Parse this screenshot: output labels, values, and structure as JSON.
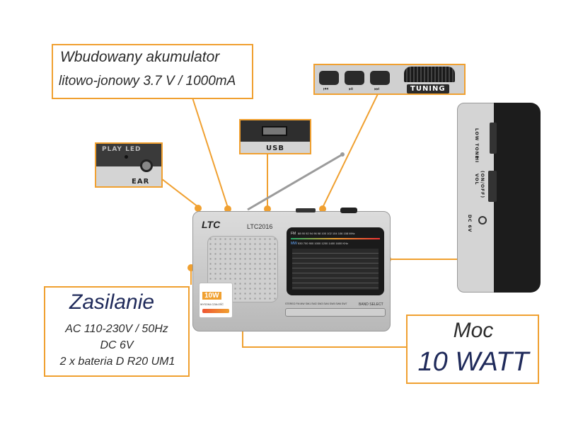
{
  "callouts": {
    "battery_line1": "Wbudowany akumulator",
    "battery_line2": "litowo-jonowy 3.7 V / 1000mA",
    "power_title": "Zasilanie",
    "power_line1": "AC 110-230V / 50Hz",
    "power_line2": "DC 6V",
    "power_line3": "2 x bateria D R20 UM1",
    "moc_title": "Moc",
    "moc_value": "10 WATT"
  },
  "details": {
    "play_led": "PLAY LED",
    "ear": "EAR",
    "usb": "USB",
    "tuning": "TUNING",
    "btn_prev": "⏮",
    "btn_play": "⏯",
    "btn_next": "⏭"
  },
  "radio": {
    "logo": "LTC",
    "model": "LTC2016",
    "badge_power": "10W",
    "badge_text": "WYSOKA CZUŁOŚĆ",
    "band_select": "BAND SELECT",
    "band_labels": "STEREO  FM  MW  SW1  SW2  SW3  SW4  SW5  SW6  SW7",
    "fm_label": "FM",
    "fm_scale": "88  90  92  94  96  98  100  102  104  106  108 MHz",
    "mw_label": "MW",
    "mw_scale": "530  700  900  1000  1200  1400  1600 KHz"
  },
  "side": {
    "low_tone": "LOW TONE",
    "hi": "HI",
    "vol": "VOL",
    "on_off": "(ON/OFF)",
    "dc6v": "DC 6V"
  },
  "colors": {
    "accent": "#f0a030",
    "navy": "#1f2a5a",
    "body": "#c9c9c9",
    "dark": "#1a1a1a"
  }
}
